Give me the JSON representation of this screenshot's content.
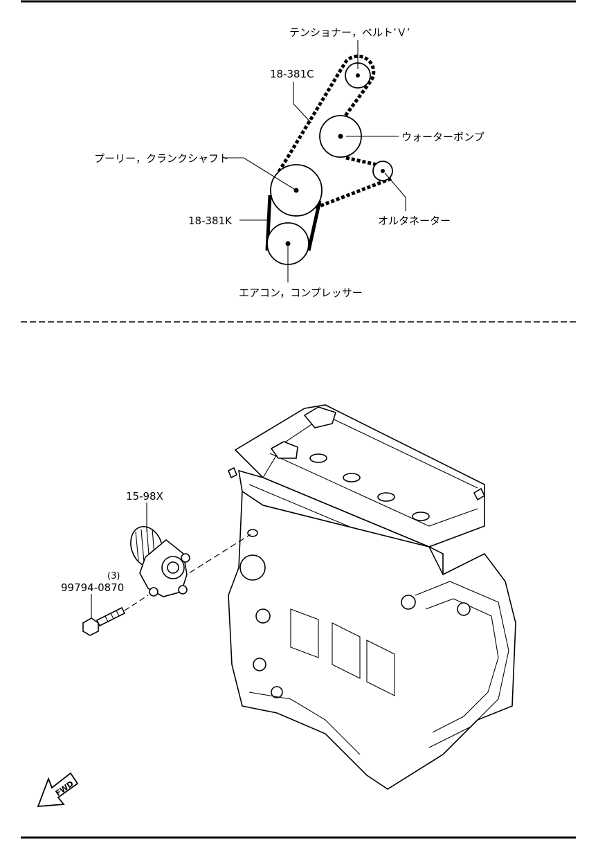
{
  "belt_diagram": {
    "tensioner_label": "テンショナー，ベルト’Ｖ’",
    "belt_c_label": "18-381C",
    "water_pump_label": "ウォーターポンプ",
    "crank_pulley_label": "プーリー，クランクシャフト",
    "belt_k_label": "18-381K",
    "alternator_label": "オルタネーター",
    "ac_compressor_label": "エアコン，コンプレッサー"
  },
  "parts_diagram": {
    "tensioner_part_label": "15-98X",
    "bolt_qty_label": "(3)",
    "bolt_part_label": "99794-0870",
    "fwd_label": "FWD"
  }
}
